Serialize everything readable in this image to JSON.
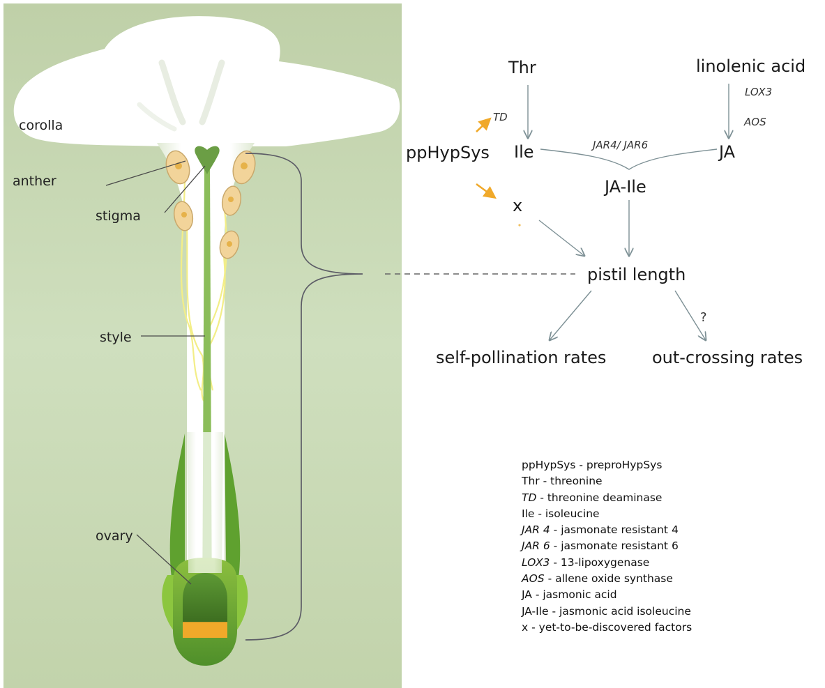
{
  "flower_labels": {
    "corolla": "corolla",
    "anther": "anther",
    "stigma": "stigma",
    "style": "style",
    "ovary": "ovary"
  },
  "pathway": {
    "thr": "Thr",
    "linolenic": "linolenic acid",
    "lox3": "LOX3",
    "aos": "AOS",
    "td": "TD",
    "pphypsys": "ppHypSys",
    "ile": "Ile",
    "jar": "JAR4/ JAR6",
    "ja": "JA",
    "jaile": "JA-Ile",
    "x": "x",
    "pistil": "pistil length",
    "question": "?",
    "self": "self-pollination rates",
    "outcross": "out-crossing rates"
  },
  "legend": [
    {
      "abbr": "ppHypSys",
      "sep": " - ",
      "desc": "preproHypSys",
      "italic": false
    },
    {
      "abbr": "Thr",
      "sep": " - ",
      "desc": "threonine",
      "italic": false
    },
    {
      "abbr": "TD",
      "sep": " -  ",
      "desc": "threonine deaminase",
      "italic": true
    },
    {
      "abbr": " Ile",
      "sep": " -  ",
      "desc": "isoleucine",
      "italic": false
    },
    {
      "abbr": "JAR 4",
      "sep": " - ",
      "desc": "jasmonate resistant 4",
      "italic": true
    },
    {
      "abbr": "JAR 6",
      "sep": " - ",
      "desc": "jasmonate resistant 6",
      "italic": true
    },
    {
      "abbr": "LOX3",
      "sep": " - ",
      "desc": "13-lipoxygenase",
      "italic": true
    },
    {
      "abbr": "AOS",
      "sep": " - ",
      "desc": "allene oxide synthase",
      "italic": true
    },
    {
      "abbr": "JA",
      "sep": " - ",
      "desc": "jasmonic acid",
      "italic": false
    },
    {
      "abbr": "JA-Ile",
      "sep": " - ",
      "desc": "jasmonic acid isoleucine",
      "italic": false
    },
    {
      "abbr": "x",
      "sep": " - ",
      "desc": "yet-to-be-discovered factors",
      "italic": false
    }
  ],
  "colors": {
    "background_green": "#c9d9b6",
    "arrow_gray": "#7d9095",
    "arrow_orange": "#f0a92a",
    "stigma_green": "#6b9e45",
    "ovary_green": "#4f8f2a",
    "anther_yellow": "#f2d49a"
  }
}
